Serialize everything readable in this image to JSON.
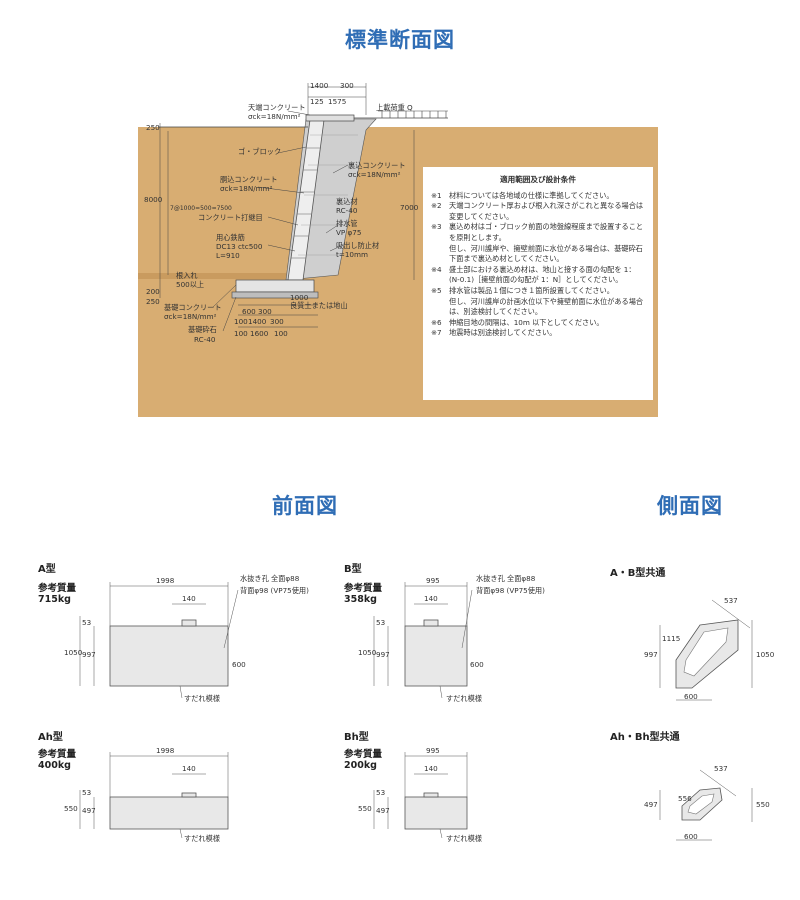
{
  "titles": {
    "main": "標準断面図",
    "front": "前面図",
    "side": "側面図"
  },
  "section": {
    "dims_top": [
      "1400",
      "300",
      "125",
      "1575"
    ],
    "load_label": "上載荷重 Q",
    "labels": {
      "crown_concrete": "天端コンクリート",
      "crown_strength": "σck=18N/mm²",
      "go_block": "ゴ・ブロック",
      "backfill_concrete": "裏込コンクリート",
      "backfill_strength": "σck=18N/mm²",
      "fill_concrete": "胴込コンクリート",
      "fill_strength": "σck=18N/mm²",
      "backfill_material": "裏込材",
      "rc40_a": "RC-40",
      "drain_pipe": "排水管",
      "vp75": "VP φ75",
      "joint": "コンクリート打継目",
      "rebar": "用心鉄筋",
      "rebar_spec": "DC13 ctc500",
      "rebar_len": "L=910",
      "suction_mat": "吸出し防止材",
      "suction_t": "t=10mm",
      "base_concrete": "基礎コンクリート",
      "base_strength": "σck=18N/mm²",
      "base_gravel": "基礎砕石",
      "rc40_b": "RC-40",
      "ground": "良質土または地山",
      "embed": "根入れ",
      "embed_val": "500以上"
    },
    "dims_left": [
      "250",
      "8000",
      "7@1000=500=7500",
      "200",
      "250"
    ],
    "dim_right": "7000",
    "dims_bottom": [
      "600",
      "300",
      "1000",
      "100",
      "1400",
      "300",
      "100",
      "1600",
      "100"
    ]
  },
  "conditions": {
    "title": "適用範囲及び設計条件",
    "items": [
      {
        "no": "※1",
        "text": "材料については各地域の仕様に準拠してください。"
      },
      {
        "no": "※2",
        "text": "天端コンクリート厚および根入れ深さがこれと異なる場合は変更してください。"
      },
      {
        "no": "※3",
        "text": "裏込め材はゴ・ブロック前面の地盤線程度まで設置することを原則とします。\n但し、河川護岸や、擁壁前面に水位がある場合は、基礎砕石下面まで裏込め材としてください。"
      },
      {
        "no": "※4",
        "text": "盛土部における裏込め材は、地山と接する面の勾配を 1：(N-0.1)［擁壁前面の勾配が 1：N］としてください。"
      },
      {
        "no": "※5",
        "text": "排水管は製品１個につき１箇所設置してください。\n但し、河川護岸の計画水位以下や擁壁前面に水位がある場合は、別途検討してください。"
      },
      {
        "no": "※6",
        "text": "伸縮目地の間隔は、10m 以下としてください。"
      },
      {
        "no": "※7",
        "text": "地震時は別途検討してください。"
      }
    ]
  },
  "front_views": [
    {
      "type": "A型",
      "mass_label": "参考質量",
      "mass": "715kg",
      "width": "1998",
      "hole_w": "140",
      "h_total": "1050",
      "h_body": "997",
      "h_top": "53",
      "h_hole": "600",
      "note1": "水抜き孔 全面φ88",
      "note2": "背面φ98 (VP75使用)",
      "pattern": "すだれ模様"
    },
    {
      "type": "B型",
      "mass_label": "参考質量",
      "mass": "358kg",
      "width": "995",
      "hole_w": "140",
      "h_total": "1050",
      "h_body": "997",
      "h_top": "53",
      "h_hole": "600",
      "note1": "水抜き孔 全面φ88",
      "note2": "背面φ98 (VP75使用)",
      "pattern": "すだれ模様"
    },
    {
      "type": "Ah型",
      "mass_label": "参考質量",
      "mass": "400kg",
      "width": "1998",
      "hole_w": "140",
      "h_total": "550",
      "h_body": "497",
      "h_top": "53",
      "pattern": "すだれ模様"
    },
    {
      "type": "Bh型",
      "mass_label": "参考質量",
      "mass": "200kg",
      "width": "995",
      "hole_w": "140",
      "h_total": "550",
      "h_body": "497",
      "h_top": "53",
      "pattern": "すだれ模様"
    }
  ],
  "side_views": [
    {
      "type": "A・B型共通",
      "diag": "537",
      "slant": "1115",
      "h_left": "997",
      "h_right": "1050",
      "bottom": "600"
    },
    {
      "type": "Ah・Bh型共通",
      "diag": "537",
      "slant": "556",
      "h_left": "497",
      "h_right": "550",
      "bottom": "600"
    }
  ],
  "colors": {
    "heading": "#2f6db5",
    "soil": "#d8ad72",
    "block": "#e8e8e8",
    "line": "#444444"
  }
}
